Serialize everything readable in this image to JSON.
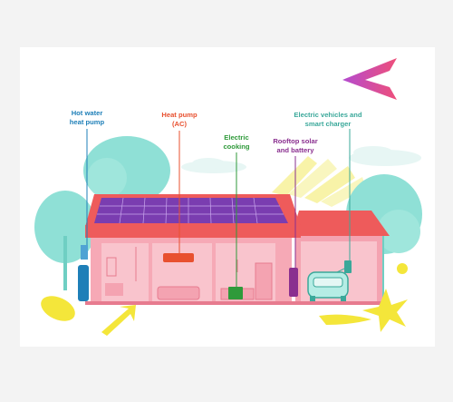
{
  "labels": {
    "hot_water": {
      "line1": "Hot water",
      "line2": "heat pump"
    },
    "heat_pump": {
      "line1": "Heat pump",
      "line2": "(AC)"
    },
    "cooking": {
      "line1": "Electric",
      "line2": "cooking"
    },
    "solar": {
      "line1": "Rooftop solar",
      "line2": "and battery"
    },
    "ev": {
      "line1": "Electric vehicles and",
      "line2": "smart charger"
    }
  },
  "colors": {
    "hot_water": "#1e7fb8",
    "heat_pump": "#e8502f",
    "cooking": "#2f9a3a",
    "solar": "#8a2f8f",
    "ev": "#3aa89a",
    "house_pink": "#f6a9b6",
    "roof_red": "#ee5b5b",
    "solar_panel": "#7a3db0",
    "tree": "#8fe0d6",
    "accent_yellow": "#f4e63a"
  },
  "icons": [
    "logo-chevron-icon",
    "arrow-up-right-icon",
    "star-burst-icon",
    "sun-rays-icon"
  ]
}
